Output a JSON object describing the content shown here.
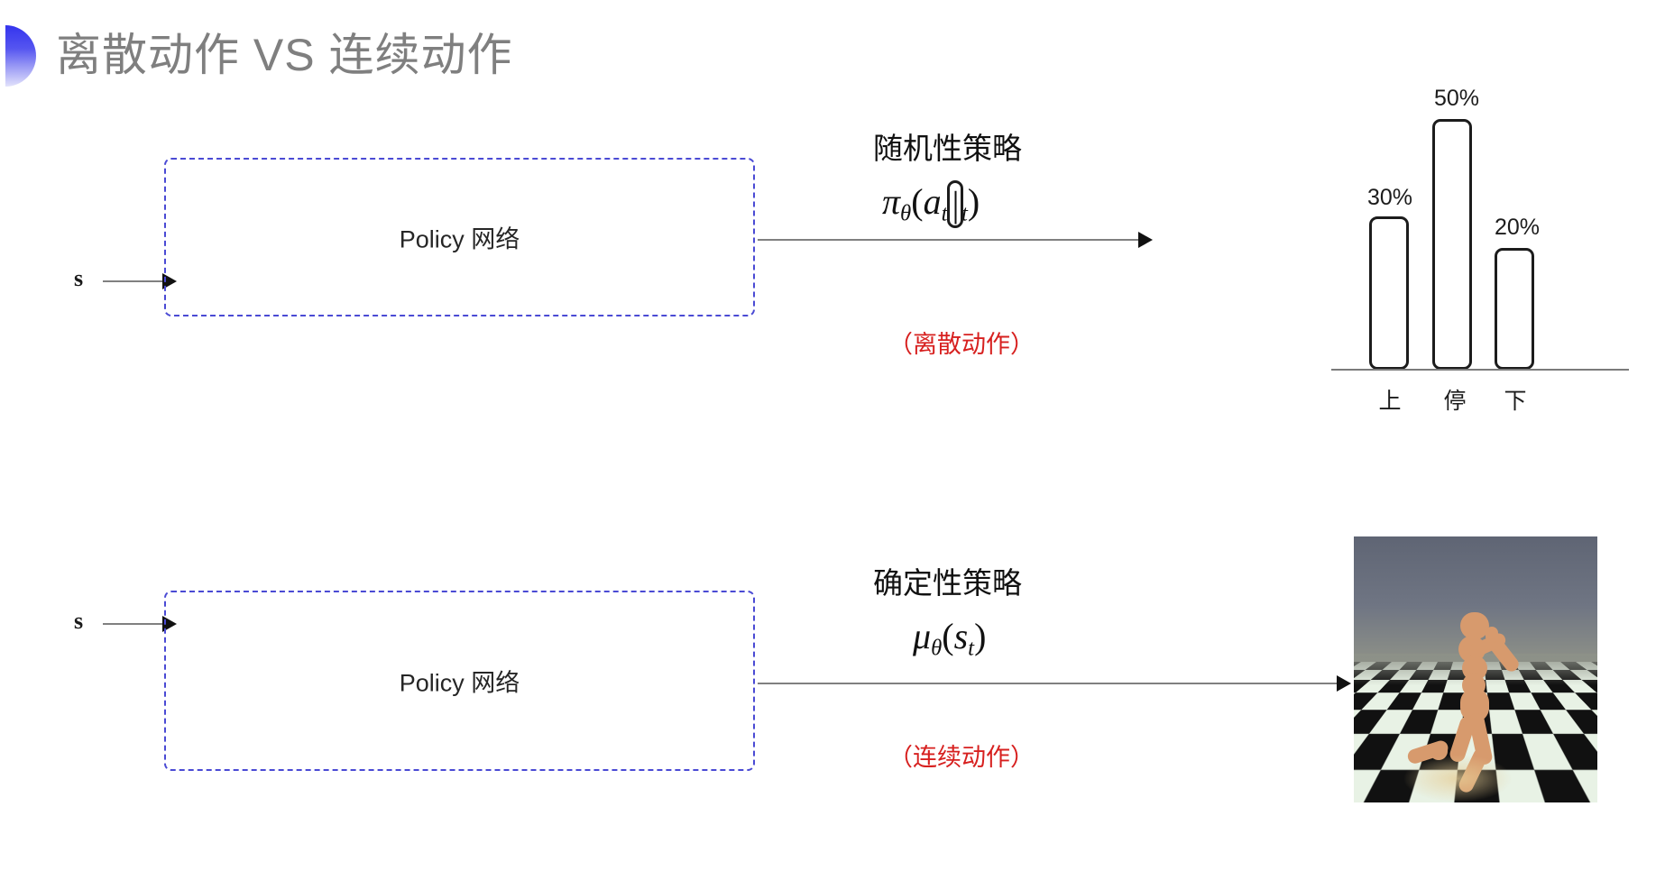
{
  "slide": {
    "title": "离散动作 VS 连续动作",
    "bullet_icon": "half-circle-gradient-bullet",
    "accent_color": "#3434ee",
    "title_color": "#7f7f7f",
    "note_color": "#d7201f",
    "box_border_color": "#4a4ad4"
  },
  "rows": [
    {
      "id": "discrete",
      "state_label": "s",
      "box_label": "Policy 网络",
      "policy_kind": "随机性策略",
      "formula": {
        "head": "π",
        "head_sub": "θ",
        "open": "(",
        "arg1": "a",
        "arg1_sub": "t",
        "bar": "|",
        "arg2": "s",
        "arg2_sub": "t",
        "close": ")"
      },
      "action_note": "（离散动作）",
      "output_kind": "bar-chart"
    },
    {
      "id": "continuous",
      "state_label": "s",
      "box_label": "Policy 网络",
      "policy_kind": "确定性策略",
      "formula": {
        "head": "μ",
        "head_sub": "θ",
        "open": "(",
        "arg1": "s",
        "arg1_sub": "t",
        "bar": "",
        "arg2": "",
        "arg2_sub": "",
        "close": ")"
      },
      "action_note": "（连续动作）",
      "output_kind": "humanoid-simulation-image"
    }
  ],
  "chart_data": {
    "type": "bar",
    "title": "",
    "categories": [
      "上",
      "停",
      "下"
    ],
    "values": [
      30,
      50,
      20
    ],
    "value_labels": [
      "30%",
      "50%",
      "20%"
    ],
    "xlabel": "",
    "ylabel": "",
    "ylim": [
      0,
      60
    ],
    "grid": false,
    "legend": "none",
    "bar_fill": "#ffffff",
    "bar_stroke": "#1c1c1c",
    "axis_color": "#7b7b7b"
  },
  "humanoid": {
    "caption": "",
    "scene": "mujoco-humanoid-on-checkerboard-floor",
    "sky_color": "#6f7583",
    "body_color": "#d79a6d"
  }
}
